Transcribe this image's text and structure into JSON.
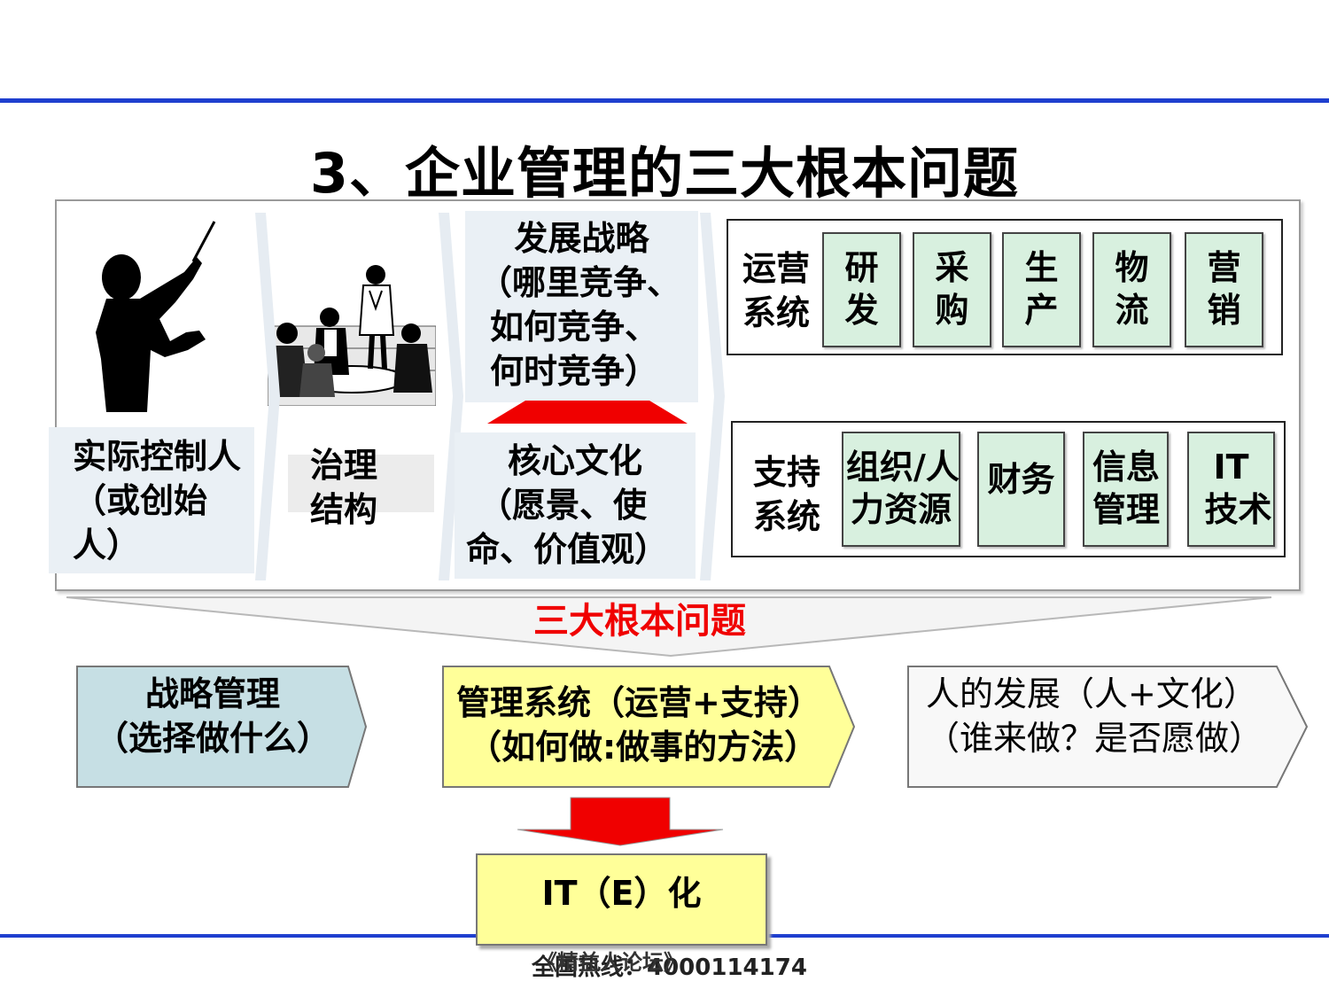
{
  "slide": {
    "title": "3、企业管理的三大根本问题",
    "left_panel": {
      "controller_label": "实际控制人（或创始人）",
      "governance_label_line1": "治理",
      "governance_label_line2": "结构"
    },
    "strategy": {
      "line1": "发展战略",
      "line2": "（哪里竞争、",
      "line3": "如何竞争、",
      "line4": "何时竞争）"
    },
    "culture": {
      "line1": "核心文化",
      "line2": "（愿景、使",
      "line3": "命、价值观）"
    },
    "operations": {
      "label_line1": "运营",
      "label_line2": "系统",
      "items": [
        {
          "line1": "研",
          "line2": "发"
        },
        {
          "line1": "采",
          "line2": "购"
        },
        {
          "line1": "生",
          "line2": "产"
        },
        {
          "line1": "物",
          "line2": "流"
        },
        {
          "line1": "营",
          "line2": "销"
        }
      ]
    },
    "support": {
      "label_line1": "支持",
      "label_line2": "系统",
      "items": [
        {
          "line1": "组织/人",
          "line2": "力资源"
        },
        {
          "line1": "财务",
          "line2": ""
        },
        {
          "line1": "信息",
          "line2": "管理"
        },
        {
          "line1": "IT",
          "line2": "技术"
        }
      ]
    },
    "three_problems_label": "三大根本问题",
    "bottom_chevrons": [
      {
        "line1": "战略管理",
        "line2": "（选择做什么）",
        "color": "#c6dfe4"
      },
      {
        "line1": "管理系统（运营+支持）",
        "line2": "（如何做:做事的方法）",
        "color": "#ffff99"
      },
      {
        "line1": "人的发展（人+文化）",
        "line2": "（谁来做？是否愿做）",
        "color": "#f8f8f8"
      }
    ],
    "it_box_label": "IT（E）化",
    "footer_text_a": "全国热线：4000114174",
    "footer_text_b": "《精益人论坛》",
    "colors": {
      "accent_line": "#1f3fcf",
      "red": "#f00000",
      "item_fill": "#d8f0df"
    }
  }
}
